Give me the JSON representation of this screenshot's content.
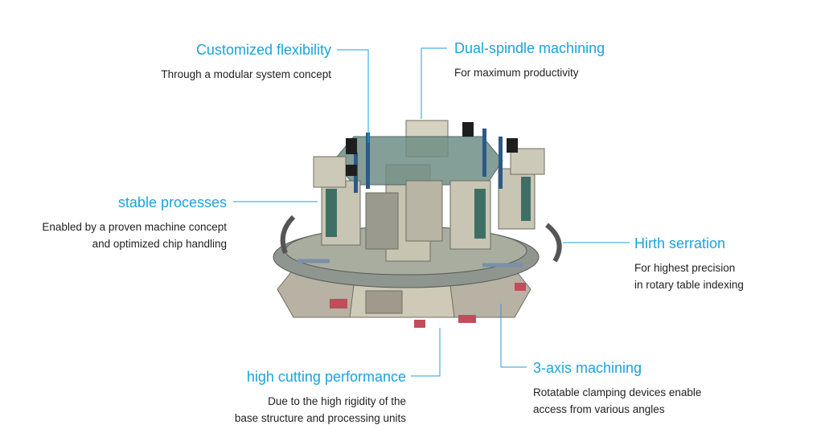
{
  "colors": {
    "accent": "#1aa3dc",
    "text": "#1f1f1f",
    "leader": "#1aa3dc"
  },
  "image": {
    "subject": "rotary-transfer-machine",
    "description_icon": "machine-illustration"
  },
  "callouts": {
    "customized_flexibility": {
      "title": "Customized flexibility",
      "lines": [
        "Through a modular system concept"
      ]
    },
    "dual_spindle": {
      "title": "Dual-spindle machining",
      "lines": [
        "For maximum productivity"
      ]
    },
    "stable_processes": {
      "title": "stable processes",
      "lines": [
        "Enabled by a proven machine concept",
        "and optimized chip handling"
      ]
    },
    "hirth_serration": {
      "title": "Hirth serration",
      "lines": [
        "For highest precision",
        "in rotary table indexing"
      ]
    },
    "high_cutting": {
      "title": "high cutting performance",
      "lines": [
        "Due to the high rigidity of the",
        "base structure and processing units"
      ]
    },
    "three_axis": {
      "title": "3-axis machining",
      "lines": [
        "Rotatable clamping devices enable",
        "access from various angles"
      ]
    }
  }
}
